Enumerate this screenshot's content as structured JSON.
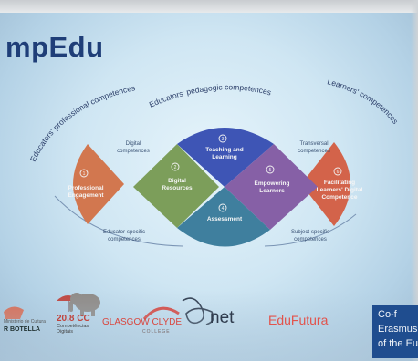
{
  "title": "mpEdu",
  "arcs": {
    "educators_professional": "Educators' professional competences",
    "educators_pedagogic": "Educators' pedagogic competences",
    "learners": "Learners' competences"
  },
  "areas": [
    {
      "num": "1",
      "label_lines": [
        "Professional",
        "Engagement"
      ],
      "color": "#d2774f"
    },
    {
      "num": "2",
      "label_lines": [
        "Digital",
        "Resources"
      ],
      "color": "#7c9e5a"
    },
    {
      "num": "3",
      "label_lines": [
        "Teaching and",
        "Learning"
      ],
      "color": "#3e55b5"
    },
    {
      "num": "4",
      "label_lines": [
        "Assessment"
      ],
      "color": "#3f7f9e"
    },
    {
      "num": "5",
      "label_lines": [
        "Empowering",
        "Learners"
      ],
      "color": "#8660a6"
    },
    {
      "num": "6",
      "label_lines": [
        "Facilitating",
        "Learners' Digital",
        "Competence"
      ],
      "color": "#d3634a"
    }
  ],
  "notes": {
    "digital_competences": [
      "Digital",
      "competences"
    ],
    "transversal_competences": [
      "Transversal",
      "competences"
    ],
    "educator_specific_1": [
      "Educator-specific",
      "competences"
    ],
    "educator_specific_2": [
      "Subject-specific",
      "competences"
    ]
  },
  "logos": {
    "logo1_line1": "Ministerio de Cultura",
    "logo1_line2": "R BOTELLA",
    "logo2_top": "20.8 CC",
    "logo2_mid": "Competências",
    "logo2_bot": "Digitais",
    "glasgow": "GLASGOW CLYDE",
    "glasgow_sub": "COLLEGE",
    "net": "net",
    "edufutura": "EduFutura",
    "eu_lines": [
      "Co-f",
      "Erasmus",
      "of the Eu"
    ]
  },
  "colors": {
    "title": "#1f3e78",
    "edufutura": "#e2534c",
    "glasgow": "#d9473f"
  }
}
